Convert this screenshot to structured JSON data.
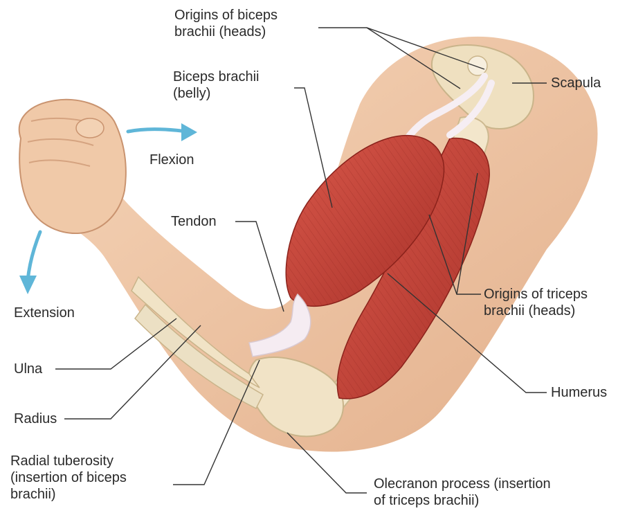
{
  "labels": {
    "origins_biceps": "Origins of biceps\nbrachii (heads)",
    "biceps_belly": "Biceps brachii\n(belly)",
    "scapula": "Scapula",
    "flexion": "Flexion",
    "tendon": "Tendon",
    "extension": "Extension",
    "origins_triceps": "Origins of triceps\nbrachii (heads)",
    "ulna": "Ulna",
    "humerus": "Humerus",
    "radius": "Radius",
    "radial_tuberosity": "Radial tuberosity\n(insertion of biceps\nbrachii)",
    "olecranon": "Olecranon process (insertion\nof triceps brachii)"
  },
  "colors": {
    "skin": "#efc7a6",
    "skin_shadow": "#d9a27c",
    "muscle": "#c8463a",
    "muscle_dark": "#9e2c24",
    "bone": "#f1e3c6",
    "tendon": "#f4eaf0",
    "arrow": "#5fb6d8",
    "leader": "#333333"
  }
}
